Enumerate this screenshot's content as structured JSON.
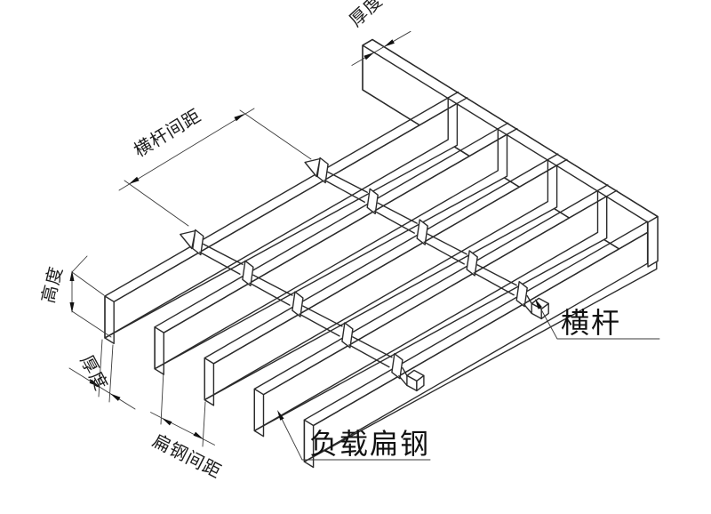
{
  "figure": {
    "kind": "isometric technical line drawing",
    "subject": "steel grating panel with bearing flat bars, twisted cross bars and edge banding plate",
    "background": "#ffffff",
    "line_color": "#2b2b2b",
    "text_color": "#111111"
  },
  "labels": {
    "top_thickness": "厚度",
    "crossbar_spacing": "横杆间距",
    "height": "高度",
    "left_thickness": "厚度",
    "bar_spacing": "扁钢间距",
    "crossbar": "横杆",
    "load_bar": "负载扁钢"
  }
}
